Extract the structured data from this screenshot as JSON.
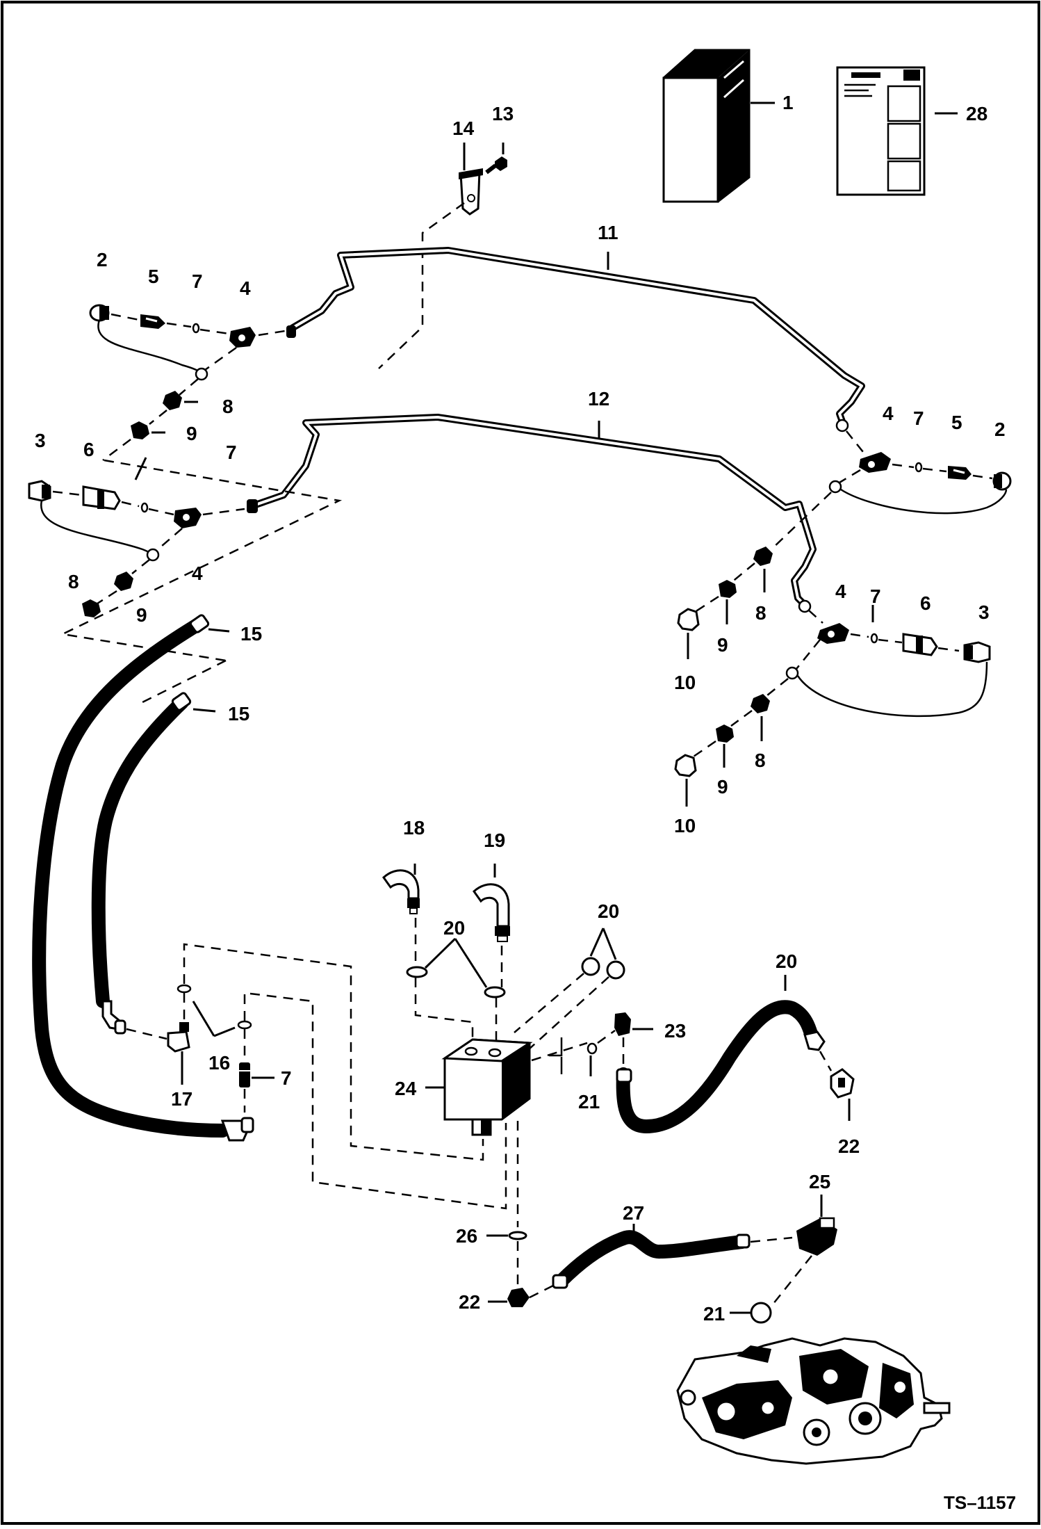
{
  "diagram": {
    "drawing_number": "TS–1157",
    "callouts": [
      {
        "id": "c1",
        "text": "1"
      },
      {
        "id": "c28",
        "text": "28"
      },
      {
        "id": "c14",
        "text": "14"
      },
      {
        "id": "c13",
        "text": "13"
      },
      {
        "id": "c11",
        "text": "11"
      },
      {
        "id": "c12",
        "text": "12"
      },
      {
        "id": "c2a",
        "text": "2"
      },
      {
        "id": "c5a",
        "text": "5"
      },
      {
        "id": "c7a",
        "text": "7"
      },
      {
        "id": "c4a",
        "text": "4"
      },
      {
        "id": "c8a",
        "text": "8"
      },
      {
        "id": "c9a",
        "text": "9"
      },
      {
        "id": "c3a",
        "text": "3"
      },
      {
        "id": "c6a",
        "text": "6"
      },
      {
        "id": "c7b",
        "text": "7"
      },
      {
        "id": "c4b",
        "text": "4"
      },
      {
        "id": "c8b",
        "text": "8"
      },
      {
        "id": "c9b",
        "text": "9"
      },
      {
        "id": "c4c",
        "text": "4"
      },
      {
        "id": "c7c",
        "text": "7"
      },
      {
        "id": "c5b",
        "text": "5"
      },
      {
        "id": "c2b",
        "text": "2"
      },
      {
        "id": "c8c",
        "text": "8"
      },
      {
        "id": "c9c",
        "text": "9"
      },
      {
        "id": "c10a",
        "text": "10"
      },
      {
        "id": "c4d",
        "text": "4"
      },
      {
        "id": "c7d",
        "text": "7"
      },
      {
        "id": "c6b",
        "text": "6"
      },
      {
        "id": "c3b",
        "text": "3"
      },
      {
        "id": "c8d",
        "text": "8"
      },
      {
        "id": "c9d",
        "text": "9"
      },
      {
        "id": "c10b",
        "text": "10"
      },
      {
        "id": "c15a",
        "text": "15"
      },
      {
        "id": "c15b",
        "text": "15"
      },
      {
        "id": "c18",
        "text": "18"
      },
      {
        "id": "c19",
        "text": "19"
      },
      {
        "id": "c20a",
        "text": "20"
      },
      {
        "id": "c20b",
        "text": "20"
      },
      {
        "id": "c20c",
        "text": "20"
      },
      {
        "id": "c23",
        "text": "23"
      },
      {
        "id": "c21a",
        "text": "21"
      },
      {
        "id": "c22a",
        "text": "22"
      },
      {
        "id": "c24",
        "text": "24"
      },
      {
        "id": "c17",
        "text": "17"
      },
      {
        "id": "c16",
        "text": "16"
      },
      {
        "id": "c7e",
        "text": "7"
      },
      {
        "id": "c27",
        "text": "27"
      },
      {
        "id": "c25",
        "text": "25"
      },
      {
        "id": "c26",
        "text": "26"
      },
      {
        "id": "c22b",
        "text": "22"
      },
      {
        "id": "c21b",
        "text": "21"
      }
    ]
  }
}
